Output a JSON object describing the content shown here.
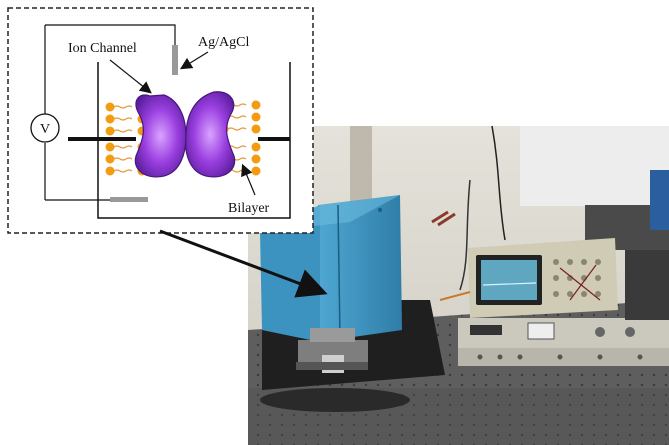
{
  "figure": {
    "labels": {
      "ion_channel": "Ion Channel",
      "electrode": "Ag/AgCl",
      "voltage": "V",
      "bilayer": "Bilayer"
    },
    "colors": {
      "lipid_head": "#F39C12",
      "lipid_tail": "#E8A040",
      "channel_purple": "#7B2FBE",
      "channel_highlight": "#C77DFF",
      "lab_blue": "#3A8FB8",
      "oscilloscope": "#C9C6B0",
      "screen": "#5FA7C0",
      "table": "#5B5B5B"
    },
    "icons": [
      "voltage-source-icon",
      "electrode-icon",
      "ion-channel-protein"
    ]
  }
}
